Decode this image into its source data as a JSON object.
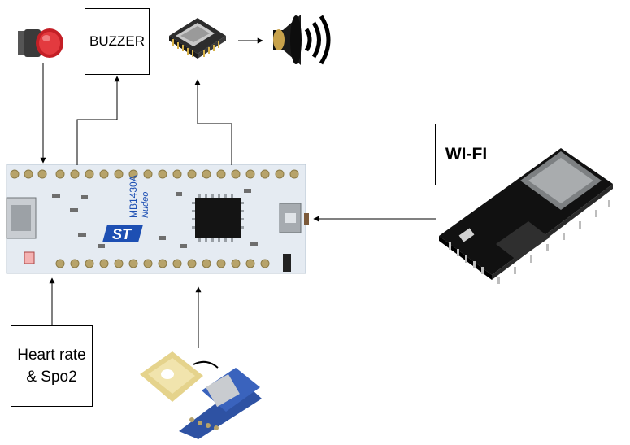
{
  "diagram": {
    "labels": {
      "buzzer": "BUZZER",
      "wifi": "WI-FI",
      "heart_rate": "Heart rate\n& Spo2"
    },
    "board_silkscreen": {
      "model": "MB1430A",
      "brand": "Nudeo",
      "logo": "ST"
    },
    "components": [
      "push-button",
      "buzzer",
      "dfplayer-mp3-module",
      "speaker",
      "stm32-nucleo-board",
      "esp32-wifi-module",
      "heart-rate-spo2-sensor",
      "gps-module"
    ],
    "colors": {
      "board": "#e7ecf1",
      "button": "#d9262b",
      "esp32": "#1f1f1f",
      "gps_pcb": "#2e52a3",
      "gps_antenna": "#e2cf86",
      "line": "#000000"
    }
  }
}
